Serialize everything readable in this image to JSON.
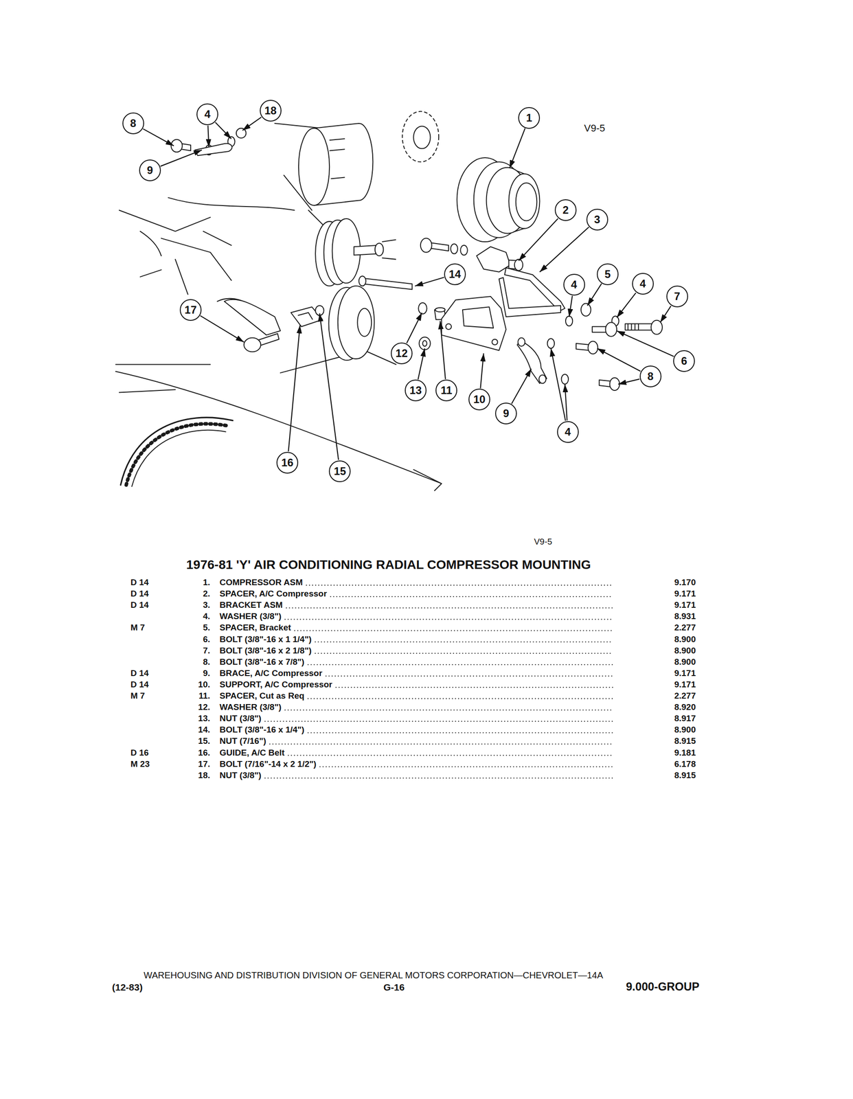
{
  "diagram": {
    "title": "1976-81 'Y' AIR CONDITIONING RADIAL COMPRESSOR MOUNTING",
    "nodes": [
      {
        "text": [
          "8"
        ]
      },
      {
        "text": [
          "4"
        ]
      },
      {
        "text": [
          "18"
        ]
      },
      {
        "text": [
          "1"
        ]
      },
      {
        "text": [
          "9"
        ]
      },
      {
        "text": [
          "2"
        ]
      },
      {
        "text": [
          "3"
        ]
      },
      {
        "text": [
          "14"
        ]
      },
      {
        "text": [
          "5"
        ]
      },
      {
        "text": [
          "4"
        ]
      },
      {
        "text": [
          "4"
        ]
      },
      {
        "text": [
          "7"
        ]
      },
      {
        "text": [
          "17"
        ]
      },
      {
        "text": [
          "12"
        ]
      },
      {
        "text": [
          "6"
        ]
      },
      {
        "text": [
          "8"
        ]
      },
      {
        "text": [
          "13"
        ]
      },
      {
        "text": [
          "11"
        ]
      },
      {
        "text": [
          "10"
        ]
      },
      {
        "text": [
          "9"
        ]
      },
      {
        "text": [
          "4"
        ]
      },
      {
        "text": [
          "16"
        ]
      },
      {
        "text": [
          "15"
        ]
      }
    ],
    "labels": [
      "V9-5",
      "V9-5",
      "D 14",
      "1.",
      "COMPRESSOR ASM",
      "9.170",
      "D 14",
      "2.",
      "SPACER, A/C Compressor",
      "9.171",
      "D 14",
      "3.",
      "BRACKET ASM",
      "9.171",
      "4.",
      "WASHER (3/8\")",
      "8.931",
      "M 7",
      "5.",
      "SPACER, Bracket",
      "2.277",
      "6.",
      "BOLT (3/8\"-16 x 1 1/4\")",
      "8.900",
      "7.",
      "BOLT (3/8\"-16 x 2 1/8\")",
      "8.900",
      "8.",
      "BOLT (3/8\"-16 x 7/8\")",
      "8.900",
      "D 14",
      "9.",
      "BRACE, A/C Compressor",
      "9.171",
      "D 14",
      "10.",
      "SUPPORT, A/C Compressor",
      "9.171",
      "M 7",
      "11.",
      "SPACER, Cut as Req",
      "2.277",
      "12.",
      "WASHER (3/8\")",
      "8.920",
      "13.",
      "NUT (3/8\")",
      "8.917",
      "14.",
      "BOLT (3/8\"-16 x 1/4\")",
      "8.900",
      "15.",
      "NUT (7/16\")",
      "8.915",
      "D 16",
      "16.",
      "GUIDE, A/C Belt",
      "9.181",
      "M 23",
      "17.",
      "BOLT (7/16\"-14 x 2 1/2\")",
      "6.178",
      "18.",
      "NUT (3/8\")",
      "8.915",
      "WAREHOUSING AND DISTRIBUTION DIVISION OF GENERAL MOTORS CORPORATION—CHEVROLET—14A",
      "(12-83)",
      "G-16",
      "9.000-GROUP"
    ]
  }
}
